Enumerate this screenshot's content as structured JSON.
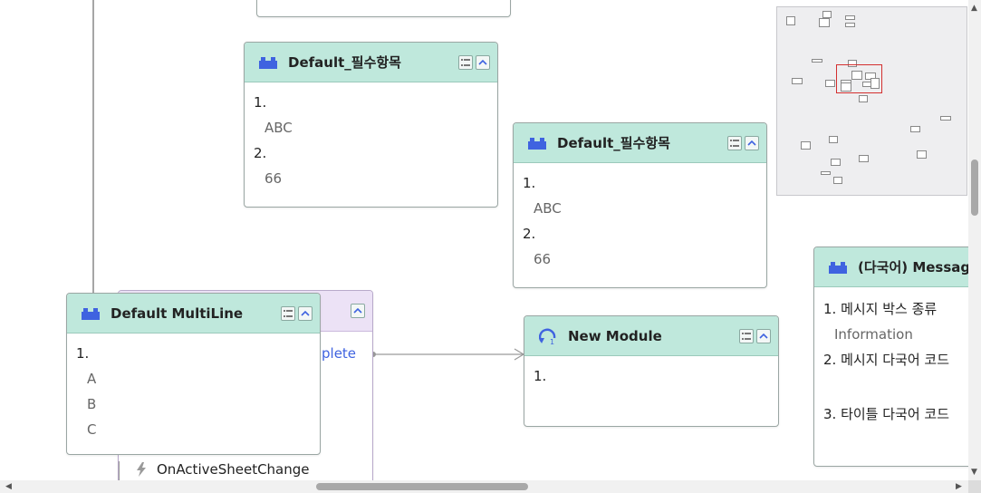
{
  "nodes": {
    "req1": {
      "title": "Default_필수항목",
      "items": [
        {
          "num": "1.",
          "val": "ABC"
        },
        {
          "num": "2.",
          "val": "66"
        }
      ]
    },
    "req2": {
      "title": "Default_필수항목",
      "items": [
        {
          "num": "1.",
          "val": "ABC"
        },
        {
          "num": "2.",
          "val": "66"
        }
      ]
    },
    "multiline": {
      "title": "Default MultiLine",
      "num": "1.",
      "vals": [
        "A",
        "B",
        "C"
      ]
    },
    "new_module": {
      "title": "New Module",
      "num": "1."
    },
    "message": {
      "title": "(다국어) Messag",
      "items": [
        {
          "num": "1. 메시지 박스 종류",
          "val": "Information"
        },
        {
          "num": "2. 메시지 다국어 코드",
          "val": ""
        },
        {
          "num": "3. 타이틀 다국어 코드",
          "val": ""
        }
      ]
    },
    "event_node": {
      "port_label": "plete",
      "event_label": "OnActiveSheetChange"
    }
  },
  "colors": {
    "header_bg": "#bfe8dc",
    "icon_blue": "#3f63e0",
    "event_header_bg": "#ece2f6",
    "minimap_highlight": "#d32f2f",
    "link_text": "#3f63e0"
  },
  "icons": {
    "block": "lego-block-icon",
    "module": "loop-module-icon",
    "event": "lightning-icon",
    "list": "list-icon",
    "collapse": "chevron-up-icon"
  }
}
